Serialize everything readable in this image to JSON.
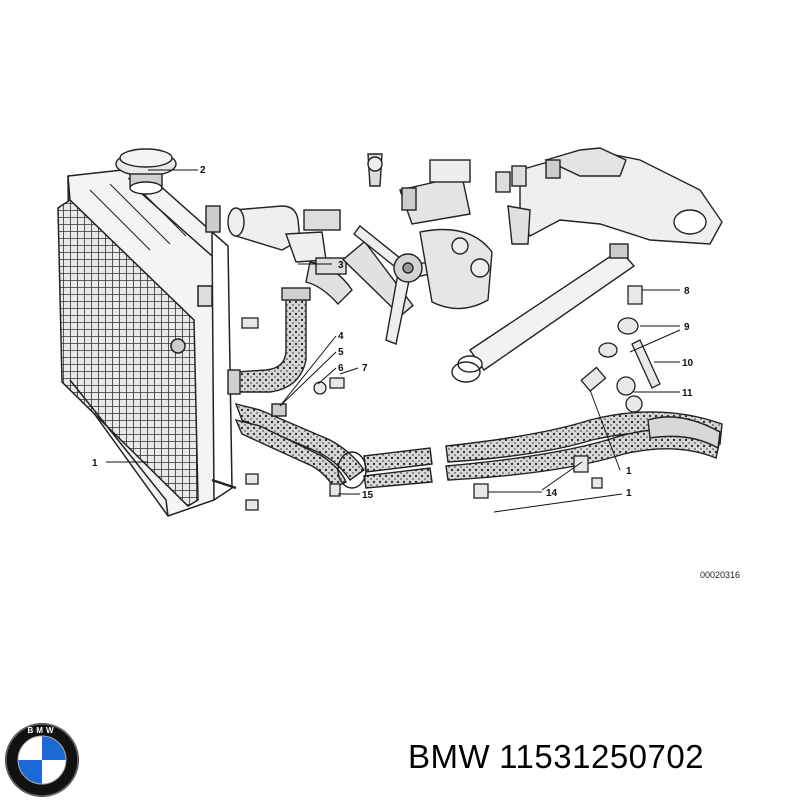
{
  "diagram": {
    "callouts": [
      "1",
      "2",
      "3",
      "4",
      "5",
      "6",
      "7",
      "8",
      "9",
      "10",
      "11",
      "1",
      "14",
      "1",
      "15"
    ],
    "reference_number": "00020316"
  },
  "brand": {
    "logo_icon": "bmw-roundel-icon",
    "logo_letters": "BMW",
    "colors": {
      "blue": "#1c69d4",
      "black": "#111111",
      "white": "#ffffff"
    }
  },
  "part": {
    "brand": "BMW",
    "number": "11531250702"
  }
}
